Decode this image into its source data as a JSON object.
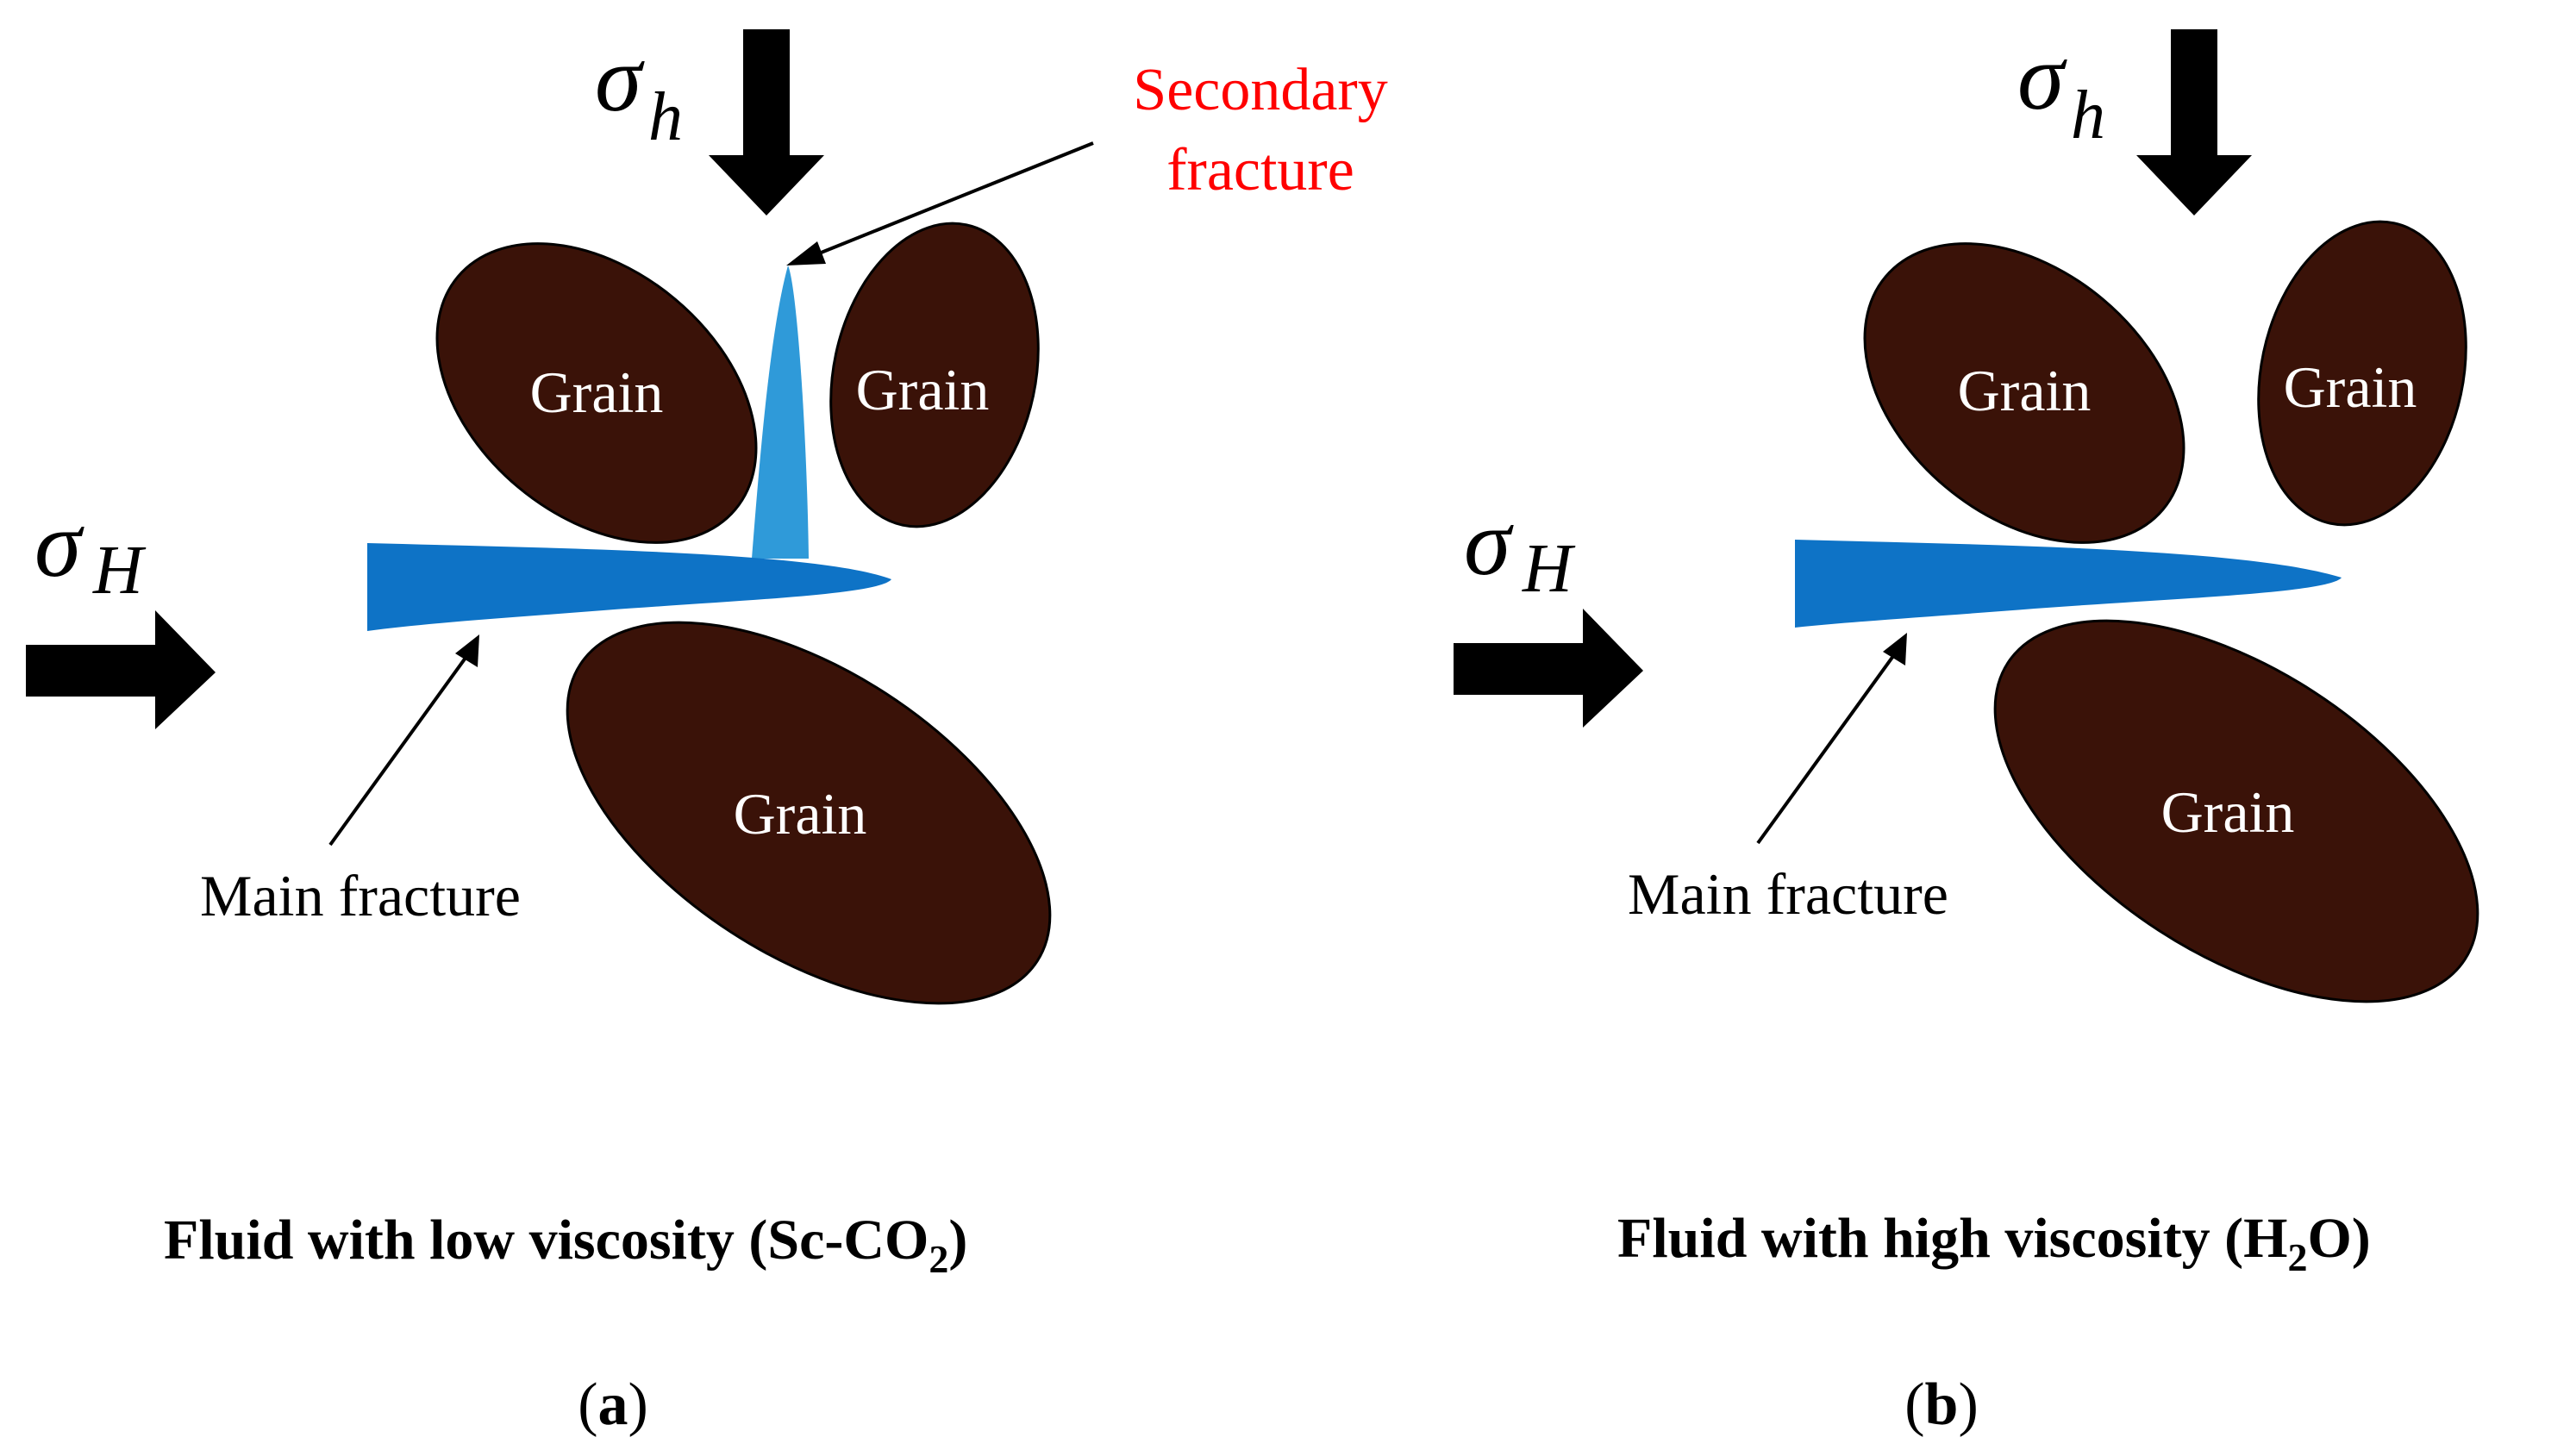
{
  "panels": [
    {
      "id": "a",
      "stress_vertical_symbol": "σ",
      "stress_vertical_sub": "h",
      "stress_horizontal_symbol": "σ",
      "stress_horizontal_sub": "H",
      "grains": [
        "Grain",
        "Grain",
        "Grain"
      ],
      "secondary_fracture_label": [
        "Secondary",
        "fracture"
      ],
      "main_fracture_label": "Main fracture",
      "caption_main": "Fluid with low viscosity (Sc-CO",
      "caption_sub": "2",
      "caption_end": ")",
      "label_open": "(",
      "label_letter": "a",
      "label_close": ")"
    },
    {
      "id": "b",
      "stress_vertical_symbol": "σ",
      "stress_vertical_sub": "h",
      "stress_horizontal_symbol": "σ",
      "stress_horizontal_sub": "H",
      "grains": [
        "Grain",
        "Grain",
        "Grain"
      ],
      "main_fracture_label": "Main fracture",
      "caption_main": "Fluid with high viscosity (H",
      "caption_sub": "2",
      "caption_end": "O)",
      "label_open": "(",
      "label_letter": "b",
      "label_close": ")"
    }
  ],
  "colors": {
    "grain": "#3a1208",
    "main_fracture": "#0e73c6",
    "secondary_fracture": "#2f9ad9",
    "secondary_label": "#ff0000",
    "arrow": "#000000"
  }
}
